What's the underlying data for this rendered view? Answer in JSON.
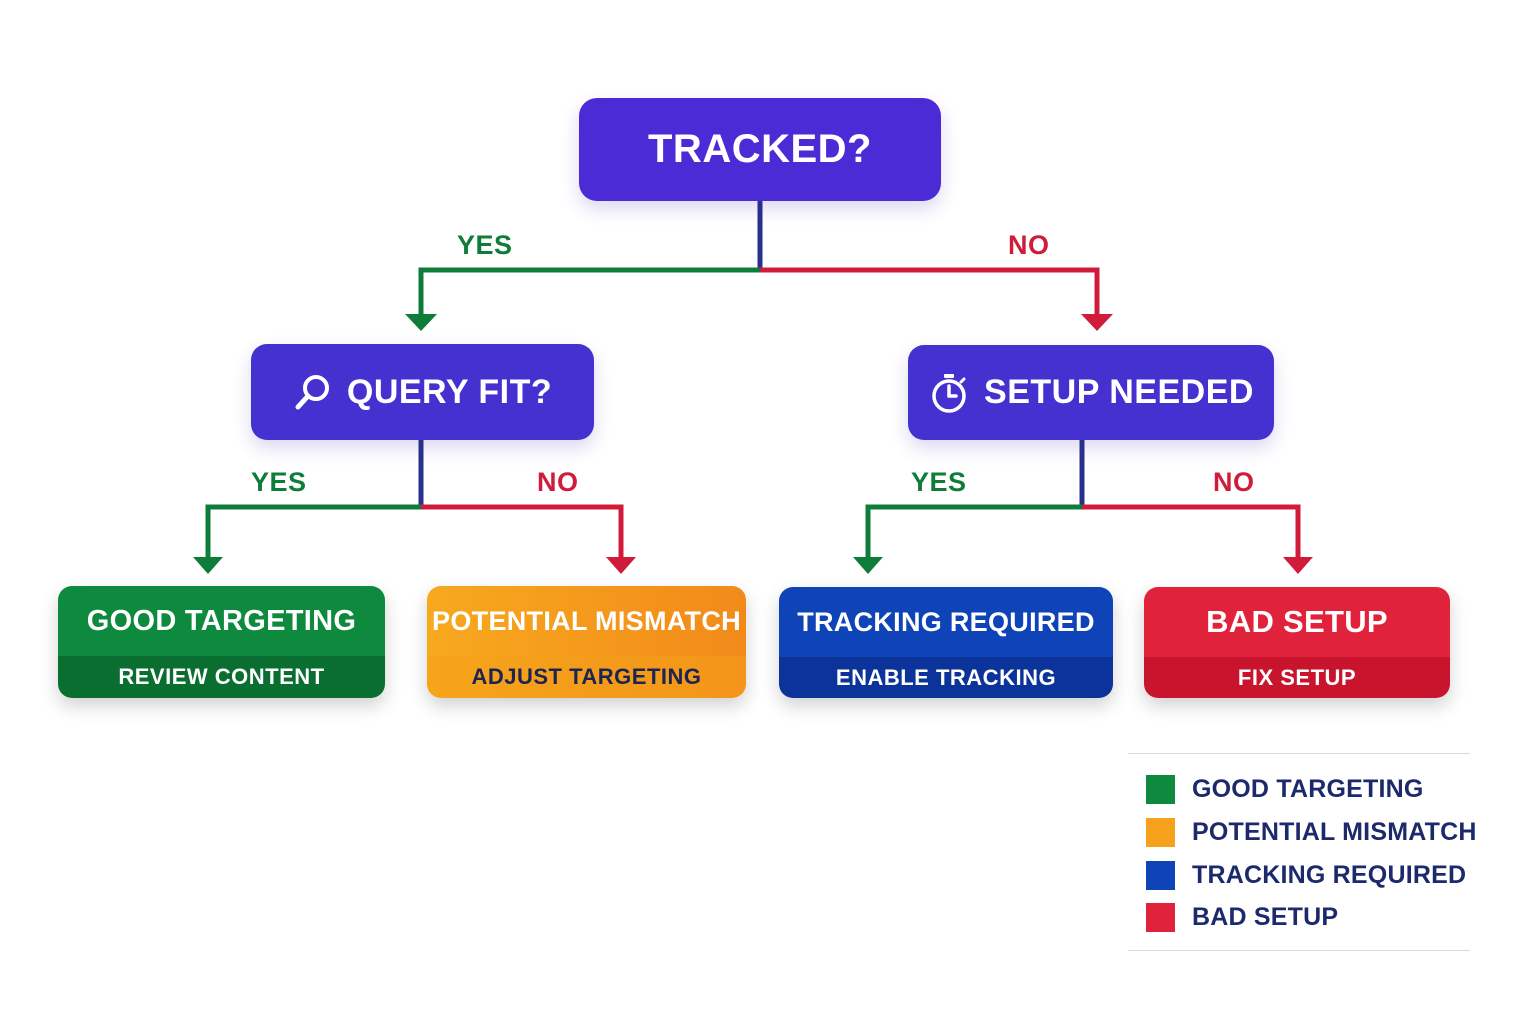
{
  "root": {
    "label": "TRACKED?",
    "color": "#4a2bd6"
  },
  "left_decision": {
    "label": "QUERY FIT?",
    "icon": "search-icon",
    "color": "#4530d0"
  },
  "right_decision": {
    "label": "SETUP NEEDED",
    "icon": "timer-icon",
    "color": "#4530d0"
  },
  "branches": {
    "root_yes": "YES",
    "root_no": "NO",
    "query_yes": "YES",
    "query_no": "NO",
    "setup_yes": "YES",
    "setup_no": "NO"
  },
  "colors": {
    "yes": "#0f7d3a",
    "no": "#d01c3a",
    "trunk": "#27318a"
  },
  "outcomes": [
    {
      "title": "GOOD TARGETING",
      "action": "REVIEW CONTENT",
      "top_color": "#0e8a3e",
      "bottom_color": "#0a6e30",
      "action_text_color": "#ffffff"
    },
    {
      "title": "POTENTIAL MISMATCH",
      "action": "ADJUST TARGETING",
      "top_color": "#f4a31d",
      "bottom_color": "#f39a16",
      "action_text_color": "#1c2450"
    },
    {
      "title": "TRACKING REQUIRED",
      "action": "ENABLE TRACKING",
      "top_color": "#0f43b8",
      "bottom_color": "#0b339a",
      "action_text_color": "#ffffff"
    },
    {
      "title": "BAD SETUP",
      "action": "FIX SETUP",
      "top_color": "#e0233a",
      "bottom_color": "#c8142c",
      "action_text_color": "#ffffff"
    }
  ],
  "legend": [
    {
      "label": "GOOD TARGETING",
      "color": "#0e8a3e"
    },
    {
      "label": "POTENTIAL MISMATCH",
      "color": "#f6a21d"
    },
    {
      "label": "TRACKING REQUIRED",
      "color": "#0f43b8"
    },
    {
      "label": "BAD SETUP",
      "color": "#e0233a"
    }
  ]
}
